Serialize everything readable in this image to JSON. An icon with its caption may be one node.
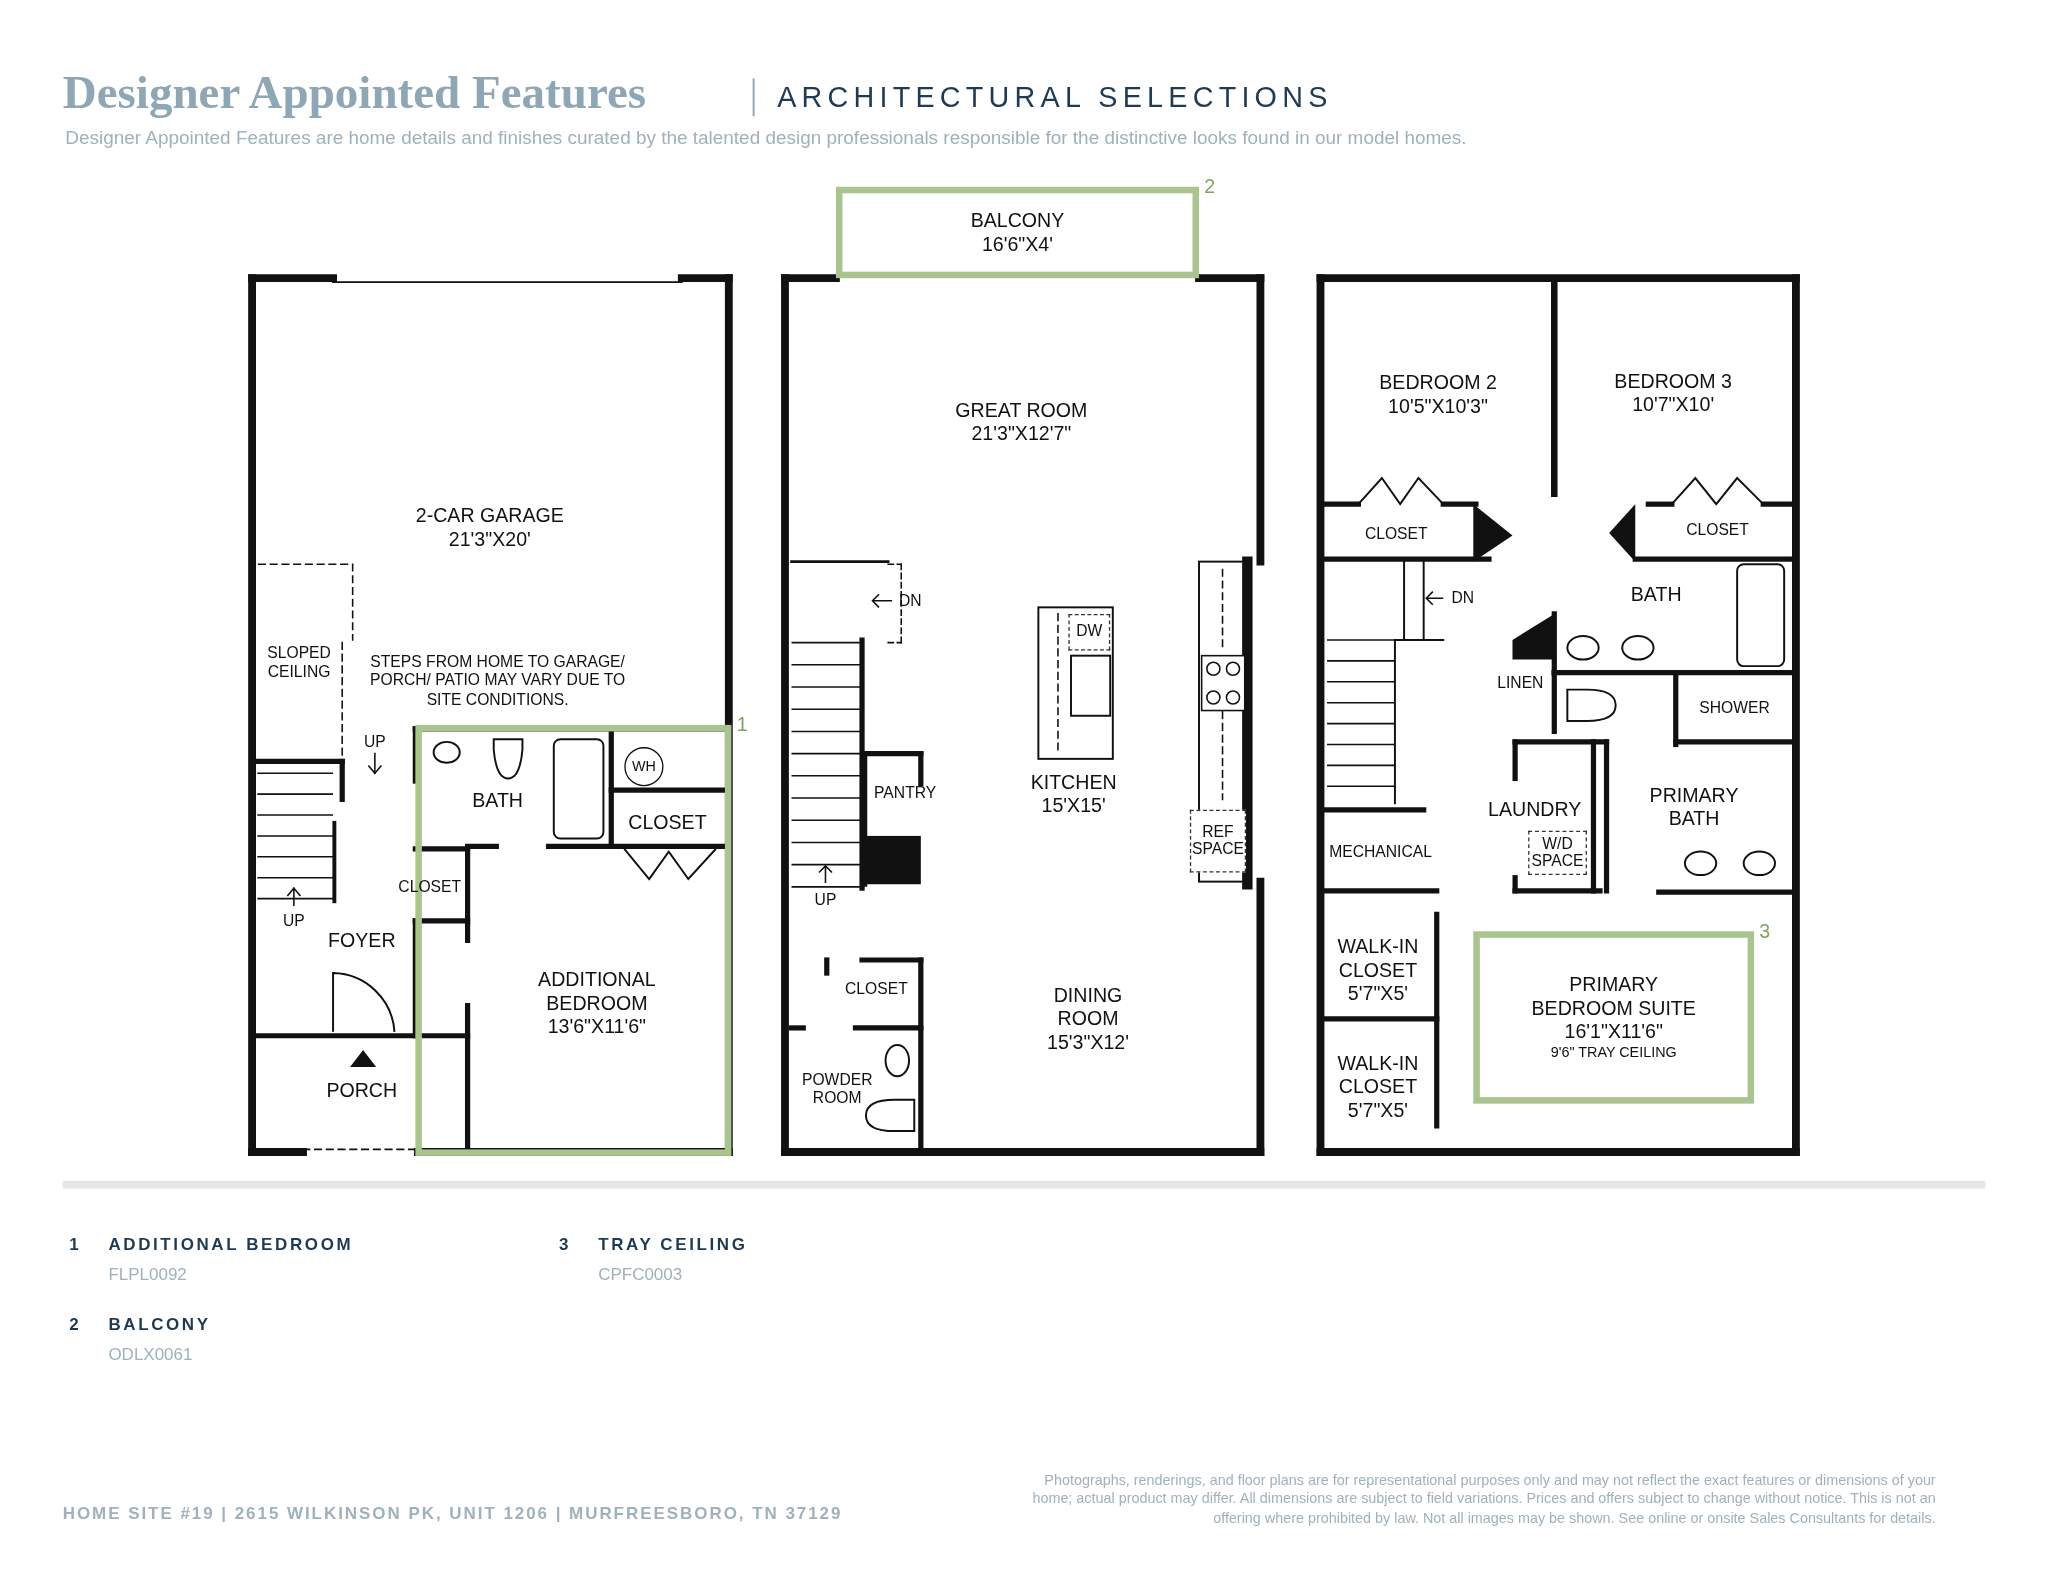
{
  "diagram": {
    "title": "Designer Appointed Features",
    "nodes": [
      {
        "text": [
          "2-CAR GARAGE",
          "21'3\"X20'"
        ]
      },
      {
        "text": [],
        "shape": "box",
        "beside": [
          "1"
        ]
      },
      {
        "text": [
          "BATH"
        ],
        "in": 1
      },
      {
        "text": [
          "CLOSET"
        ],
        "in": 1
      },
      {
        "text": [
          "WH"
        ],
        "in": 1
      },
      {
        "text": [
          "CLOSET"
        ]
      },
      {
        "text": [
          "ADDITIONAL BEDROOM",
          "13'6\"X11'6\""
        ],
        "in": 1
      },
      {
        "text": [
          "FOYER"
        ]
      },
      {
        "text": [
          "PORCH"
        ]
      },
      {
        "text": [
          "BALCONY",
          "16'6\"X4'"
        ],
        "beside": [
          "2"
        ]
      },
      {
        "text": [
          "GREAT ROOM",
          "21'3\"X12'7\""
        ]
      },
      {
        "text": [
          "DW"
        ]
      },
      {
        "text": [
          "PANTRY"
        ]
      },
      {
        "text": [
          "KITCHEN",
          "15'X15'"
        ]
      },
      {
        "text": [
          "REF SPACE"
        ]
      },
      {
        "text": [
          "CLOSET"
        ]
      },
      {
        "text": [
          "POWDER ROOM"
        ]
      },
      {
        "text": [
          "DINING ROOM",
          "15'3\"X12'"
        ]
      },
      {
        "text": [
          "BEDROOM 2",
          "10'5\"X10'3\""
        ]
      },
      {
        "text": [
          "BEDROOM 3",
          "10'7\"X10'"
        ]
      },
      {
        "text": [
          "CLOSET"
        ]
      },
      {
        "text": [
          "CLOSET"
        ]
      },
      {
        "text": [
          "BATH"
        ]
      },
      {
        "text": [
          "LINEN"
        ]
      },
      {
        "text": [
          "SHOWER"
        ]
      },
      {
        "text": [
          "LAUNDRY"
        ]
      },
      {
        "text": [
          "W/D SPACE"
        ]
      },
      {
        "text": [
          "PRIMARY BATH"
        ]
      },
      {
        "text": [
          "MECHANICAL"
        ]
      },
      {
        "text": [
          "WALK-IN CLOSET",
          "5'7\"X5'"
        ]
      },
      {
        "text": [
          "WALK-IN CLOSET",
          "5'7\"X5'"
        ]
      },
      {
        "text": [
          "PRIMARY BEDROOM SUITE",
          "16'1\"X11'6\"",
          "9'6\" TRAY CEILING"
        ],
        "beside": [
          "3"
        ]
      }
    ],
    "labels": [
      "ARCHITECTURAL SELECTIONS",
      "Designer Appointed Features are home details and finishes curated by the talented design professionals responsible for the distinctive looks found in our model homes.",
      "SLOPED CEILING",
      "STEPS FROM HOME TO GARAGE/ PORCH/ PATIO MAY VARY DUE TO SITE CONDITIONS.",
      "UP",
      "UP",
      "DN",
      "UP",
      "DN",
      "1",
      "ADDITIONAL BEDROOM",
      "FLPL0092",
      "3",
      "TRAY CEILING",
      "CPFC0003",
      "2",
      "BALCONY",
      "ODLX0061",
      "HOME SITE #19 | 2615 WILKINSON PK, UNIT 1206 | MURFREESBORO, TN 37129",
      "Photographs, renderings, and floor plans are for representational purposes only and may not reflect the exact features or dimensions of your home; actual product may differ. All dimensions are subject to field variations. Prices and offers subject to change without notice. This is not an offering where prohibited by law. Not all images may be shown. See online or onsite Sales Consultants for details."
    ]
  }
}
